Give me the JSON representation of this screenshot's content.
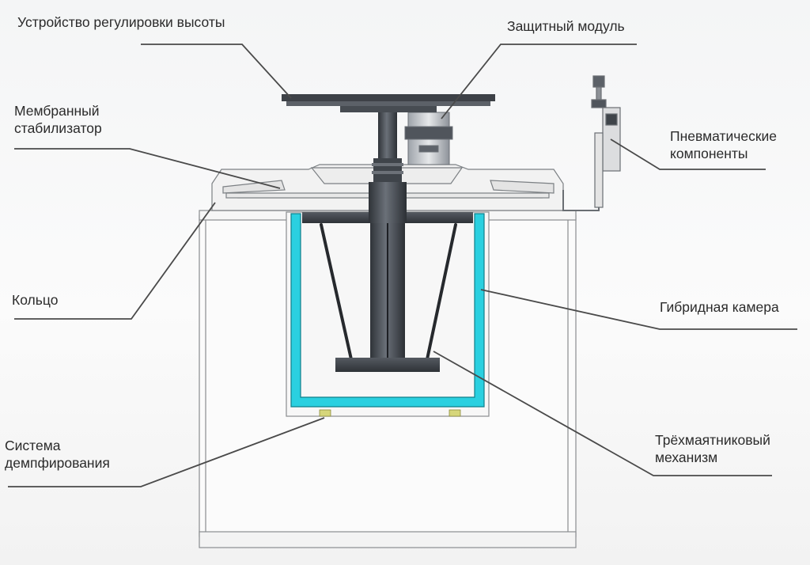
{
  "labels": {
    "height_adjuster": [
      "Устройство регулировки высоты"
    ],
    "protective_module": [
      "Защитный модуль"
    ],
    "membrane_stabilizer": [
      "Мембранный",
      "стабилизатор"
    ],
    "pneumatic": [
      "Пневматические",
      "компоненты"
    ],
    "ring": [
      "Кольцо"
    ],
    "hybrid_chamber": [
      "Гибридная камера"
    ],
    "damping": [
      "Система",
      "демпфирования"
    ],
    "triple_pendulum": [
      "Трёхмаятниковый",
      "механизм"
    ]
  },
  "colors": {
    "chamber": "#2ad0e0",
    "dark_steel": "#3d4147",
    "leader_line": "#4a4a4a",
    "damper": "#d6d67a"
  }
}
